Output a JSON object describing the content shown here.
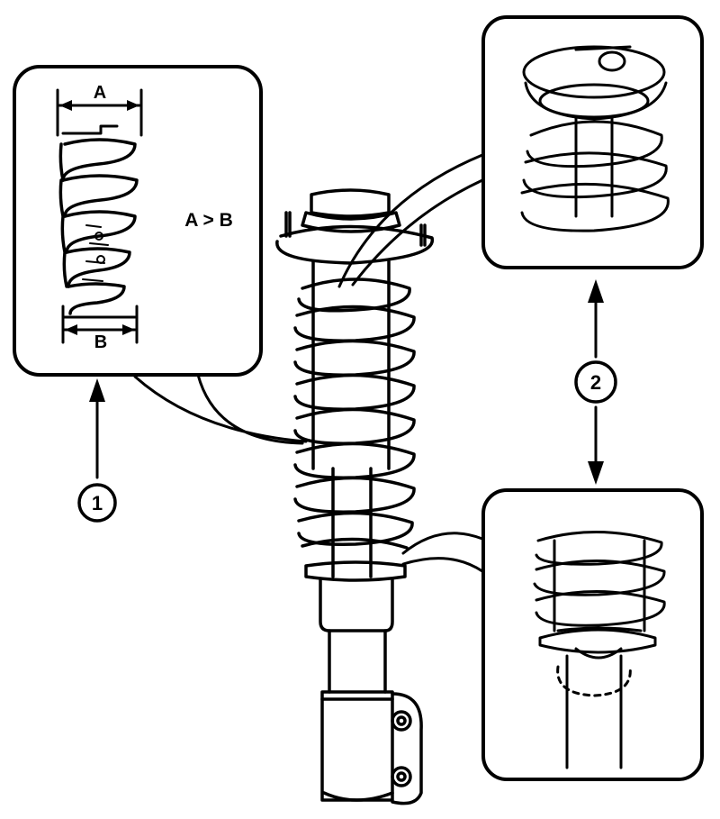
{
  "labels": {
    "dim_a": "A",
    "dim_b": "B",
    "relation": "A > B",
    "callout_1": "1",
    "callout_2": "2"
  },
  "colors": {
    "ink": "#000000",
    "paper": "#ffffff"
  }
}
